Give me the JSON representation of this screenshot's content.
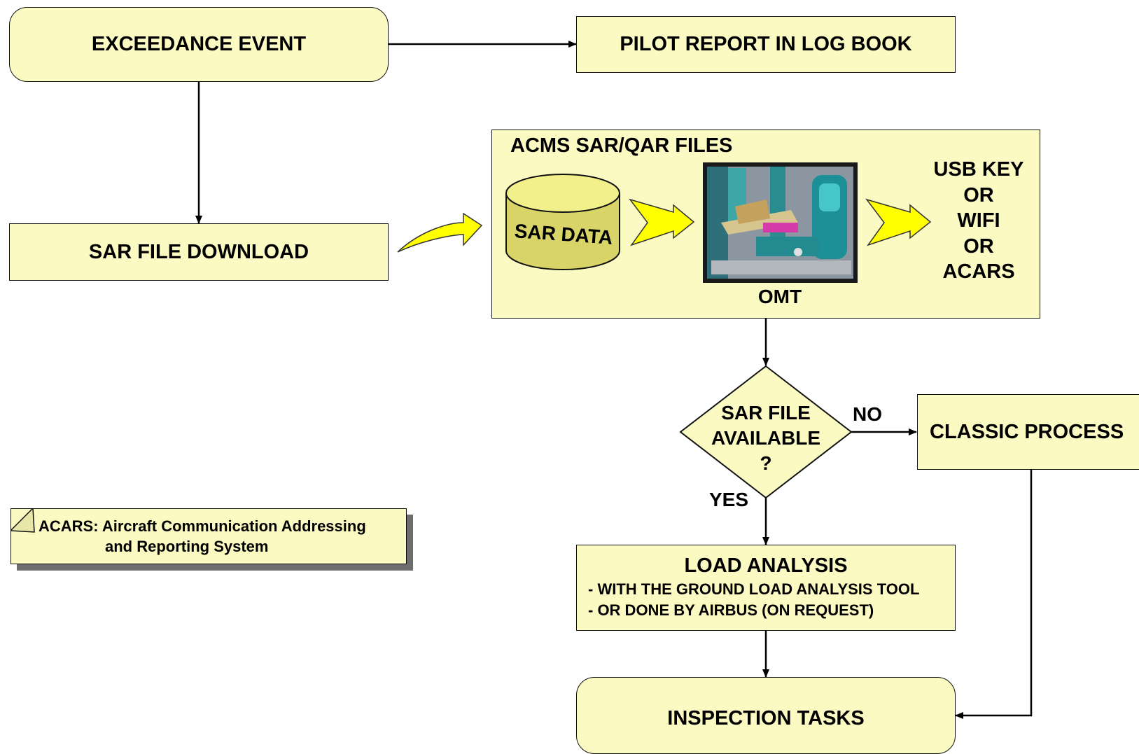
{
  "nodes": {
    "exceedance_event": "EXCEEDANCE EVENT",
    "pilot_report": "PILOT REPORT IN LOG BOOK",
    "sar_file_download": "SAR FILE DOWNLOAD",
    "acms_files_title": "ACMS SAR/QAR FILES",
    "sar_data": "SAR DATA",
    "omt": "OMT",
    "transfer_options": [
      "USB KEY",
      "OR",
      "WIFI",
      "OR",
      "ACARS"
    ],
    "decision": [
      "SAR FILE",
      "AVAILABLE",
      "?"
    ],
    "no_label": "NO",
    "yes_label": "YES",
    "classic_process": "CLASSIC PROCESS",
    "load_analysis_title": "LOAD ANALYSIS",
    "load_analysis_items": [
      "- WITH THE GROUND LOAD ANALYSIS TOOL",
      "- OR DONE BY AIRBUS (ON REQUEST)"
    ],
    "inspection_tasks": "INSPECTION TASKS"
  },
  "note": {
    "term": "ACARS:",
    "definition_line1": "Aircraft Communication Addressing",
    "definition_line2": "and Reporting System"
  },
  "colors": {
    "box_fill": "#fbfac3",
    "arrow_yellow": "#ffff00",
    "stroke": "#111111"
  }
}
